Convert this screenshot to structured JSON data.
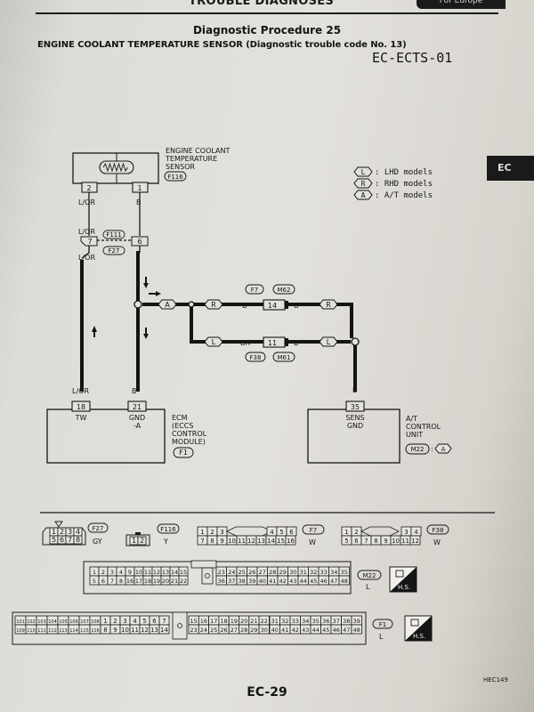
{
  "header": {
    "title": "TROUBLE DIAGNOSES",
    "tab_label": "For Europe"
  },
  "procedure_title": "Diagnostic Procedure 25",
  "sensor_title": "ENGINE COOLANT TEMPERATURE SENSOR (Diagnostic trouble code No. 13)",
  "diagram_code": "EC-ECTS-01",
  "section_tab": "EC",
  "page_number": "EC-29",
  "figure_ref": "HEC149",
  "legend": [
    {
      "symbol": "L",
      "text": ": LHD models"
    },
    {
      "symbol": "R",
      "text": ": RHD models"
    },
    {
      "symbol": "A",
      "text": ": A/T models"
    }
  ],
  "sensor": {
    "label_1": "ENGINE COOLANT",
    "label_2": "TEMPERATURE",
    "label_3": "SENSOR",
    "connector": "F116",
    "pin_left": "2",
    "pin_right": "1"
  },
  "wires": {
    "l_or": "L/OR",
    "b": "B",
    "br": "BR"
  },
  "joint": {
    "pin_left": "7",
    "pin_right": "6",
    "conn_1": "F111",
    "conn_2": "F27"
  },
  "harness": {
    "top_conn_1": "F7",
    "top_conn_2": "M62",
    "top_pin": "14",
    "bottom_conn_1": "F38",
    "bottom_conn_2": "M61",
    "bottom_pin": "11",
    "sym_a": "A",
    "sym_r": "R",
    "sym_l": "L"
  },
  "ecm": {
    "pin_tw": "18",
    "pin_gnd": "21",
    "tw_label": "TW",
    "gnd_label_1": "GND",
    "gnd_label_2": "-A",
    "label_1": "ECM",
    "label_2": "(ECCS",
    "label_3": "CONTROL",
    "label_4": "MODULE)",
    "connector": "F1"
  },
  "at_unit": {
    "pin": "35",
    "sens_label_1": "SENS",
    "sens_label_2": "GND",
    "label_1": "A/T",
    "label_2": "CONTROL",
    "label_3": "UNIT",
    "connector": "M22",
    "sym": "A"
  },
  "connectors": {
    "c1": {
      "ref": "F27",
      "color": "GY",
      "top": [
        "1",
        "2",
        "3",
        "4"
      ],
      "bottom": [
        "5",
        "6",
        "7",
        "8"
      ]
    },
    "c2": {
      "ref": "F116",
      "color": "Y",
      "pins": [
        "1",
        "2"
      ]
    },
    "c3": {
      "ref": "F7",
      "color": "W",
      "top_left": [
        "1",
        "2",
        "3"
      ],
      "top_right": [
        "4",
        "5",
        "6"
      ],
      "bottom": [
        "7",
        "8",
        "9",
        "10",
        "11",
        "12",
        "13",
        "14",
        "15",
        "16"
      ]
    },
    "c4": {
      "ref": "F38",
      "color": "W",
      "top_left": [
        "1",
        "2"
      ],
      "top_right": [
        "3",
        "4"
      ],
      "bottom": [
        "5",
        "6",
        "7",
        "8",
        "9",
        "10",
        "11",
        "12"
      ]
    },
    "m22": {
      "ref": "M22",
      "color": "L",
      "hs": "H.S.",
      "top_left": [
        "1",
        "2",
        "3",
        "4",
        "9",
        "10",
        "11",
        "12",
        "13",
        "14",
        "15"
      ],
      "bottom_left": [
        "5",
        "6",
        "7",
        "8",
        "16",
        "17",
        "18",
        "19",
        "20",
        "21",
        "22"
      ],
      "top_right": [
        "23",
        "24",
        "25",
        "26",
        "27",
        "28",
        "29",
        "30",
        "31",
        "32",
        "33",
        "34",
        "35"
      ],
      "bottom_right": [
        "36",
        "37",
        "38",
        "39",
        "40",
        "41",
        "42",
        "43",
        "44",
        "45",
        "46",
        "47",
        "48"
      ]
    },
    "f1": {
      "ref": "F1",
      "color": "L",
      "hs": "H.S.",
      "far_top": [
        "101",
        "102",
        "103",
        "104",
        "105",
        "106",
        "107",
        "108"
      ],
      "far_bottom": [
        "109",
        "110",
        "111",
        "112",
        "113",
        "114",
        "115",
        "116"
      ],
      "left_top": [
        "1",
        "2",
        "3",
        "4",
        "5",
        "6",
        "7"
      ],
      "left_bottom": [
        "8",
        "9",
        "10",
        "11",
        "12",
        "13",
        "14"
      ],
      "mid_top": [
        "15",
        "16",
        "17",
        "18",
        "19",
        "20",
        "21",
        "22"
      ],
      "mid_bottom": [
        "23",
        "24",
        "25",
        "26",
        "27",
        "28",
        "29",
        "30"
      ],
      "right_top": [
        "31",
        "32",
        "33",
        "34",
        "35",
        "36",
        "37",
        "38",
        "39"
      ],
      "right_bottom": [
        "40",
        "41",
        "42",
        "43",
        "44",
        "45",
        "46",
        "47",
        "48"
      ]
    }
  }
}
